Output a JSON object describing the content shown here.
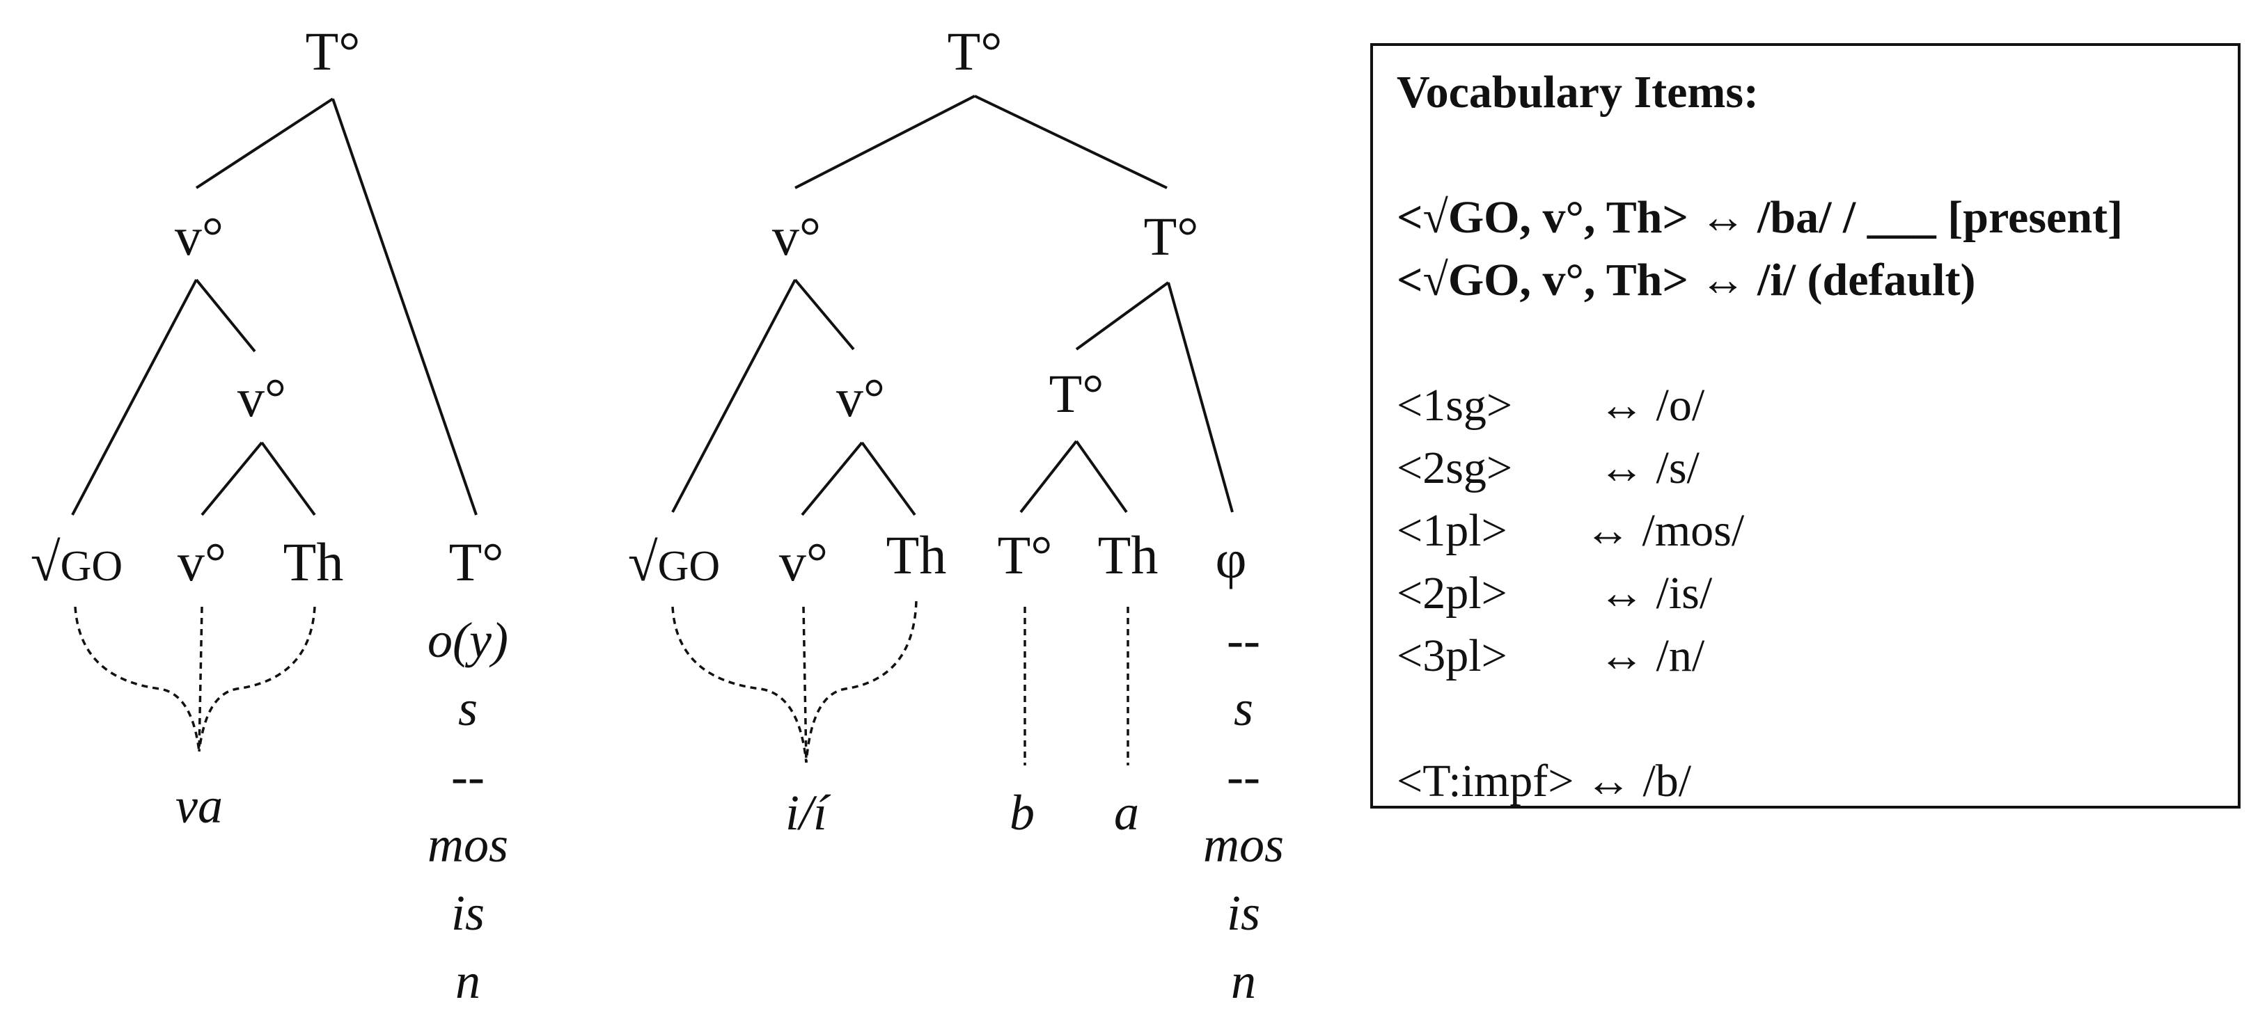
{
  "tree_left": {
    "root": "T°",
    "v_upper": "v°",
    "v_lower": "v°",
    "leaves": {
      "root_sym": "√",
      "root_word": "GO",
      "v": "v°",
      "th": "Th",
      "t": "T°"
    },
    "exponent_stem": "va",
    "agreement_column": [
      "o(y)",
      "s",
      "--",
      "mos",
      "is",
      "n"
    ]
  },
  "tree_right": {
    "root": "T°",
    "v_upper": "v°",
    "v_lower": "v°",
    "t_mid": "T°",
    "t_low": "T°",
    "leaves": {
      "root_sym": "√",
      "root_word": "GO",
      "v": "v°",
      "th": "Th",
      "t": "T°",
      "th2": "Th",
      "phi": "φ"
    },
    "exponent_stem": "i/í",
    "exponent_t": "b",
    "exponent_th": "a",
    "agreement_column": [
      "--",
      "s",
      "--",
      "mos",
      "is",
      "n"
    ]
  },
  "vocab": {
    "title": "Vocabulary Items:",
    "rule1": "<√GO, v°, Th> ↔ /ba/ / ___ [present]",
    "rule2": "<√GO, v°, Th> ↔ /i/ (default)",
    "agreement": [
      {
        "feat": "<1sg>",
        "exp": "↔ /o/"
      },
      {
        "feat": "<2sg>",
        "exp": "↔ /s/"
      },
      {
        "feat": "<1pl>",
        "exp": "↔ /mos/"
      },
      {
        "feat": "<2pl>",
        "exp": "↔ /is/"
      },
      {
        "feat": "<3pl>",
        "exp": "↔ /n/"
      }
    ],
    "tense_rule": "<T:impf> ↔ /b/"
  }
}
